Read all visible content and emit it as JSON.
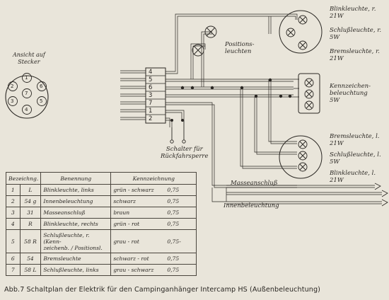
{
  "connector": {
    "title": "Ansicht auf\nStecker",
    "pins": [
      "1",
      "2",
      "3",
      "4",
      "5",
      "6",
      "7"
    ]
  },
  "terminal_block": {
    "labels": [
      "4",
      "5",
      "6",
      "3",
      "7",
      "1",
      "2"
    ]
  },
  "lamps": {
    "blink_r": "Blinkleuchte, r.\n21W",
    "schluss_r": "Schlußleuchte, r.\n5W",
    "brems_r": "Bremsleuchte, r.\n21W",
    "kennzeichen": "Kennzeichen-\nbeleuchtung\n5W",
    "brems_l": "Bremsleuchte, l.\n21W",
    "schluss_l": "Schlußleuchte, l.\n5W",
    "blink_l": "Blinkleuchte, l.\n21W",
    "positions": "Positions-\nleuchten"
  },
  "labels": {
    "schalter": "Schalter für\nRückfahrsperre",
    "masse": "Masseanschluß",
    "innen": "Innenbeleuchtung"
  },
  "table": {
    "headers": [
      "Bezeichng.",
      "Benennung",
      "Kennzeichnung"
    ],
    "rows": [
      {
        "nr": "1",
        "pin": "L",
        "name": "Blinkleuchte, links",
        "color": "grün - schwarz",
        "watt": "0,75"
      },
      {
        "nr": "2",
        "pin": "54 g",
        "name": "Innenbeleuchtung",
        "color": "schwarz",
        "watt": "0,75"
      },
      {
        "nr": "3",
        "pin": "31",
        "name": "Masseanschluß",
        "color": "braun",
        "watt": "0,75"
      },
      {
        "nr": "4",
        "pin": "R",
        "name": "Blinkleuchte, rechts",
        "color": "grün - rot",
        "watt": "0,75"
      },
      {
        "nr": "5",
        "pin": "58 R",
        "name": "Schlußleuchte, r. (Kenn-\nzeichenb. / Positionsl.",
        "color": "grau - rot",
        "watt": "0,75-"
      },
      {
        "nr": "6",
        "pin": "54",
        "name": "Bremsleuchte",
        "color": "schwarz - rot",
        "watt": "0,75"
      },
      {
        "nr": "7",
        "pin": "58 L",
        "name": "Schlußleuchte, links",
        "color": "grau - schwarz",
        "watt": "0,75"
      }
    ]
  },
  "caption": "Abb.7 Schaltplan der Elektrik für den Campinganhänger Intercamp HS (Außenbeleuchtung)"
}
